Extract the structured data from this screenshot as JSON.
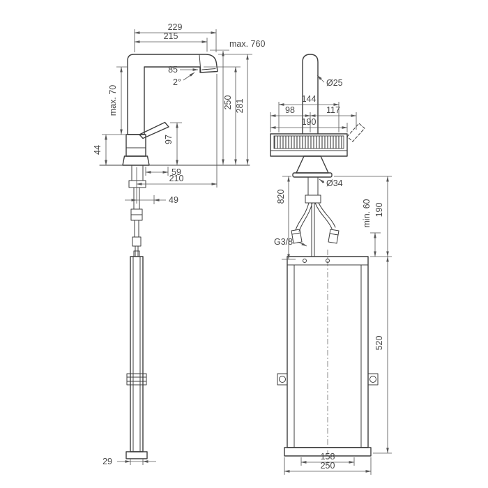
{
  "drawing": {
    "type": "technical-dimension-drawing",
    "subject": "kitchen mixer tap with pull-out spout and under-counter mounting unit",
    "colors": {
      "background": "#ffffff",
      "outline": "#3d3d3d",
      "dimension": "#5a5a5a",
      "text": "#464646"
    },
    "side_view": {
      "dims": {
        "d229": "229",
        "d215": "215",
        "max760": "max. 760",
        "d85": "85",
        "angle": "2°",
        "max70": "max. 70",
        "d250": "250",
        "d281": "281",
        "d44": "44",
        "d97": "97",
        "d59": "59",
        "d210": "210",
        "d49": "49",
        "d29": "29"
      }
    },
    "front_view": {
      "dims": {
        "dia25": "Ø25",
        "d144": "144",
        "d98": "98",
        "d117": "117",
        "d190_width": "190",
        "dia34": "Ø34",
        "d820": "820",
        "min60": "min. 60",
        "d190_height": "190",
        "g38": "G3/8",
        "d520": "520",
        "d158": "158",
        "d250": "250"
      }
    }
  }
}
